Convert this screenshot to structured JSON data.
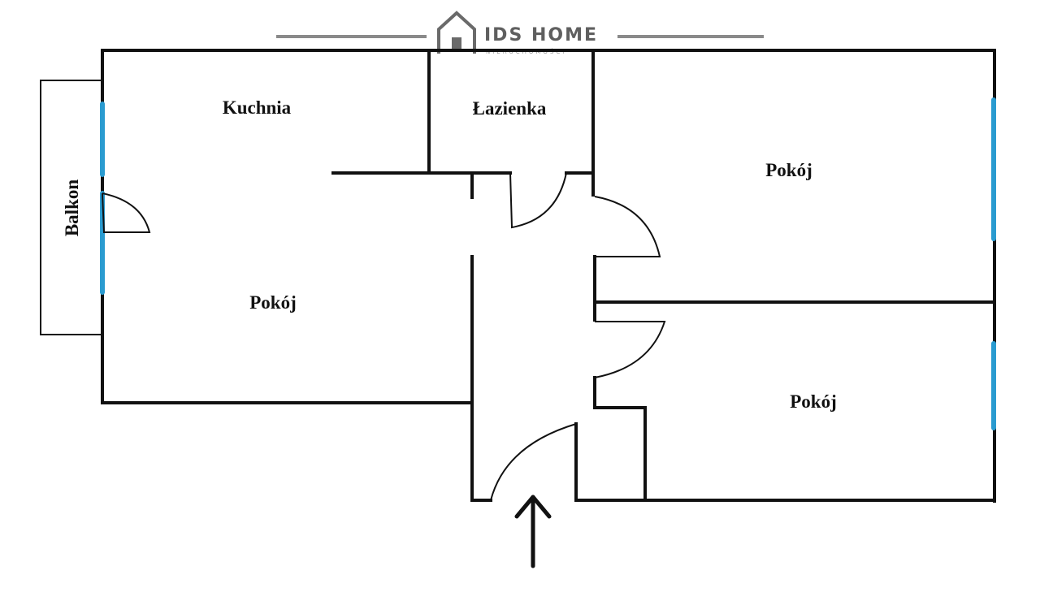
{
  "logo": {
    "name": "IDS HOME",
    "subtitle": "NIERUCHOMOŚCI",
    "color": "#5f5f5f"
  },
  "rooms": {
    "kitchen": "Kuchnia",
    "bathroom": "Łazienka",
    "balcony": "Balkon",
    "living_room": "Pokój",
    "bedroom_top": "Pokój",
    "bedroom_bottom": "Pokój"
  },
  "entrance": {
    "icon": "arrow-up-icon"
  },
  "colors": {
    "wall": "#111111",
    "window": "#2a9bd0",
    "background": "#ffffff"
  }
}
